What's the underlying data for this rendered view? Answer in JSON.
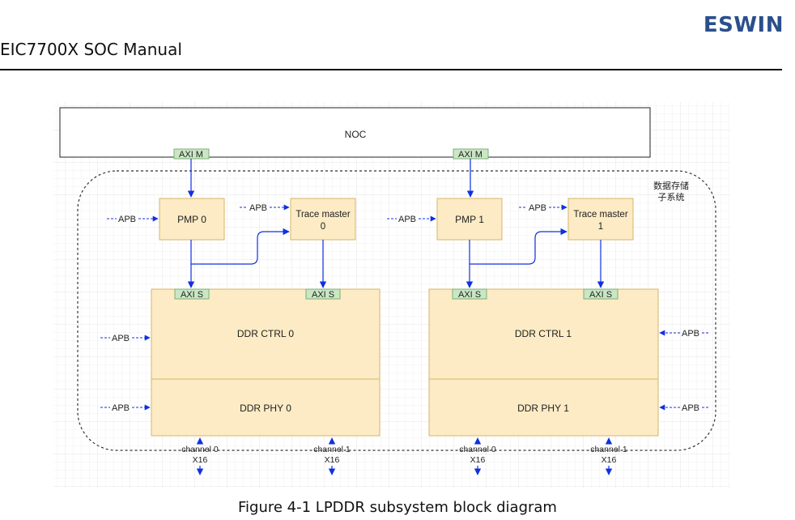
{
  "header": {
    "brand": "ESWIN",
    "doc_title": "EIC7700X SOC Manual"
  },
  "diagram": {
    "noc_label": "NOC",
    "subsystem_label_line1": "数据存储",
    "subsystem_label_line2": "子系统",
    "axi_master_label": "AXI M",
    "axi_slave_label": "AXI S",
    "apb_label": "APB",
    "x16_label": "X16",
    "channel0_label": "channel 0",
    "channel1_label": "channel 1",
    "pmp0_label": "PMP 0",
    "pmp1_label": "PMP 1",
    "trace_master_label": "Trace master",
    "trace0_index": "0",
    "trace1_index": "1",
    "ddr_ctrl0_label": "DDR CTRL 0",
    "ddr_ctrl1_label": "DDR CTRL 1",
    "ddr_phy0_label": "DDR PHY 0",
    "ddr_phy1_label": "DDR PHY 1",
    "colors": {
      "block_fill": "#fcebc4",
      "block_stroke": "#d8b56a",
      "port_fill": "#c9e7c3",
      "port_stroke": "#7fae78",
      "arrow": "#1030e0",
      "brand": "#2a4f8c"
    }
  },
  "caption": "Figure 4-1 LPDDR subsystem block diagram"
}
